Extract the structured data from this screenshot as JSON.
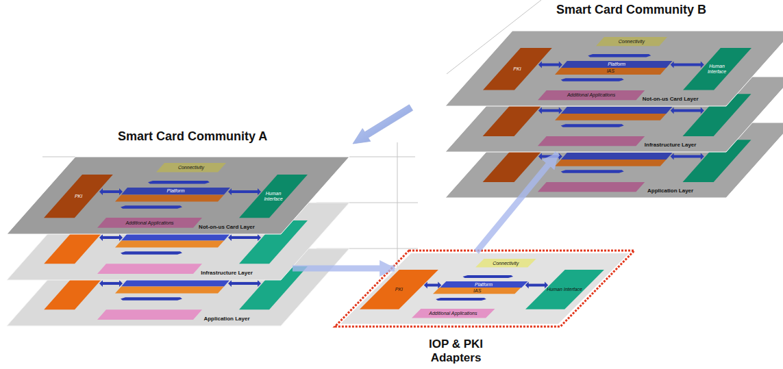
{
  "diagram": {
    "nodes": [
      {
        "text": [
          "Not-on-us Card Layer"
        ]
      },
      {
        "text": [
          "Connectivity"
        ],
        "in": 0
      },
      {
        "text": [
          "PKI"
        ],
        "in": 0
      },
      {
        "text": [
          "Platform"
        ],
        "in": 0
      },
      {
        "text": [
          "IAS"
        ],
        "in": 0
      },
      {
        "text": [
          "Human Interface"
        ],
        "in": 0
      },
      {
        "text": [
          "Additional Applications"
        ],
        "in": 0
      },
      {
        "text": [
          "Infrastructure Layer"
        ]
      },
      {
        "text": [
          "Application Layer"
        ]
      },
      {
        "text": [
          "Not-on-us Card Layer"
        ]
      },
      {
        "text": [
          "Connectivity"
        ],
        "in": 9
      },
      {
        "text": [
          "PKI"
        ],
        "in": 9
      },
      {
        "text": [
          "Platform"
        ],
        "in": 9
      },
      {
        "text": [
          "Human Interface"
        ],
        "in": 9
      },
      {
        "text": [
          "Additional Applications"
        ],
        "in": 9
      },
      {
        "text": [
          "Infrastructure Layer"
        ]
      },
      {
        "text": [
          "Application Layer"
        ]
      },
      {
        "text": [
          "IOP & PKI Adapters"
        ]
      },
      {
        "text": [
          "Connectivity"
        ],
        "in": 17
      },
      {
        "text": [
          "PKI"
        ],
        "in": 17
      },
      {
        "text": [
          "Platform"
        ],
        "in": 17
      },
      {
        "text": [
          "IAS"
        ],
        "in": 17
      },
      {
        "text": [
          "Human Interface"
        ],
        "in": 17
      },
      {
        "text": [
          "Additional Applications"
        ],
        "in": 17
      }
    ],
    "edges": [
      {
        "from": 15,
        "to": 17,
        "arrow": "to"
      },
      {
        "from": 17,
        "to": 7,
        "arrow": "to"
      }
    ],
    "labels": [
      "Smart Card Community B",
      "Smart Card Community A"
    ]
  }
}
